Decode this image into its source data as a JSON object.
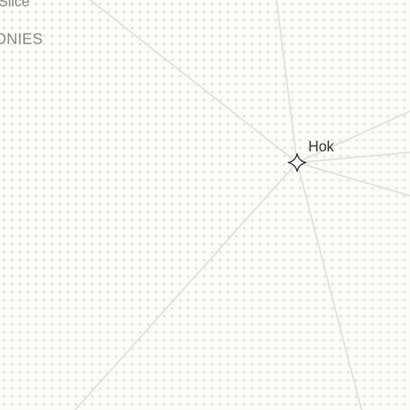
{
  "map": {
    "labels": {
      "top_partial": "Slice",
      "region": "ONIES",
      "place": "Hok"
    },
    "marker": {
      "icon": "four-point-star-icon"
    },
    "colors": {
      "background": "#fbfbf8",
      "dot_pattern": "#e2e2d6",
      "road": "#e3e3e3",
      "marker_stroke": "#222222",
      "place_text": "#333333",
      "region_text": "#888888"
    }
  }
}
